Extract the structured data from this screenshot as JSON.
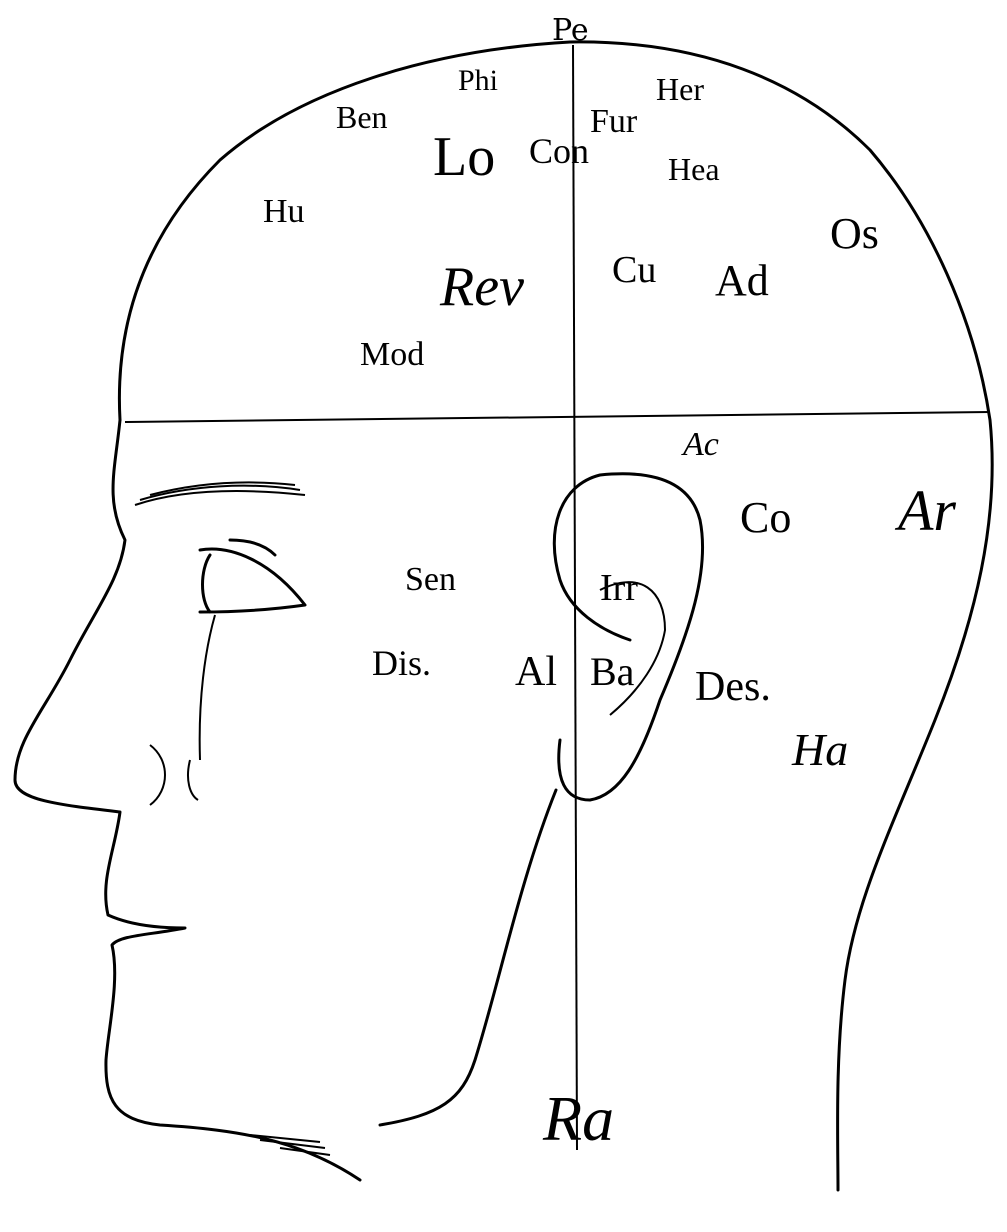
{
  "labels": {
    "pe": "Pe",
    "phi": "Phi",
    "ben": "Ben",
    "her": "Her",
    "fur": "Fur",
    "lo": "Lo",
    "con": "Con",
    "hea": "Hea",
    "hu": "Hu",
    "os": "Os",
    "rev": "Rev",
    "cu": "Cu",
    "ad": "Ad",
    "mod": "Mod",
    "ac": "Ac",
    "co": "Co",
    "ar": "Ar",
    "sen": "Sen",
    "irr": "Irr",
    "dis": "Dis.",
    "al": "Al",
    "ba": "Ba",
    "des": "Des.",
    "ha": "Ha",
    "ra": "Ra"
  }
}
